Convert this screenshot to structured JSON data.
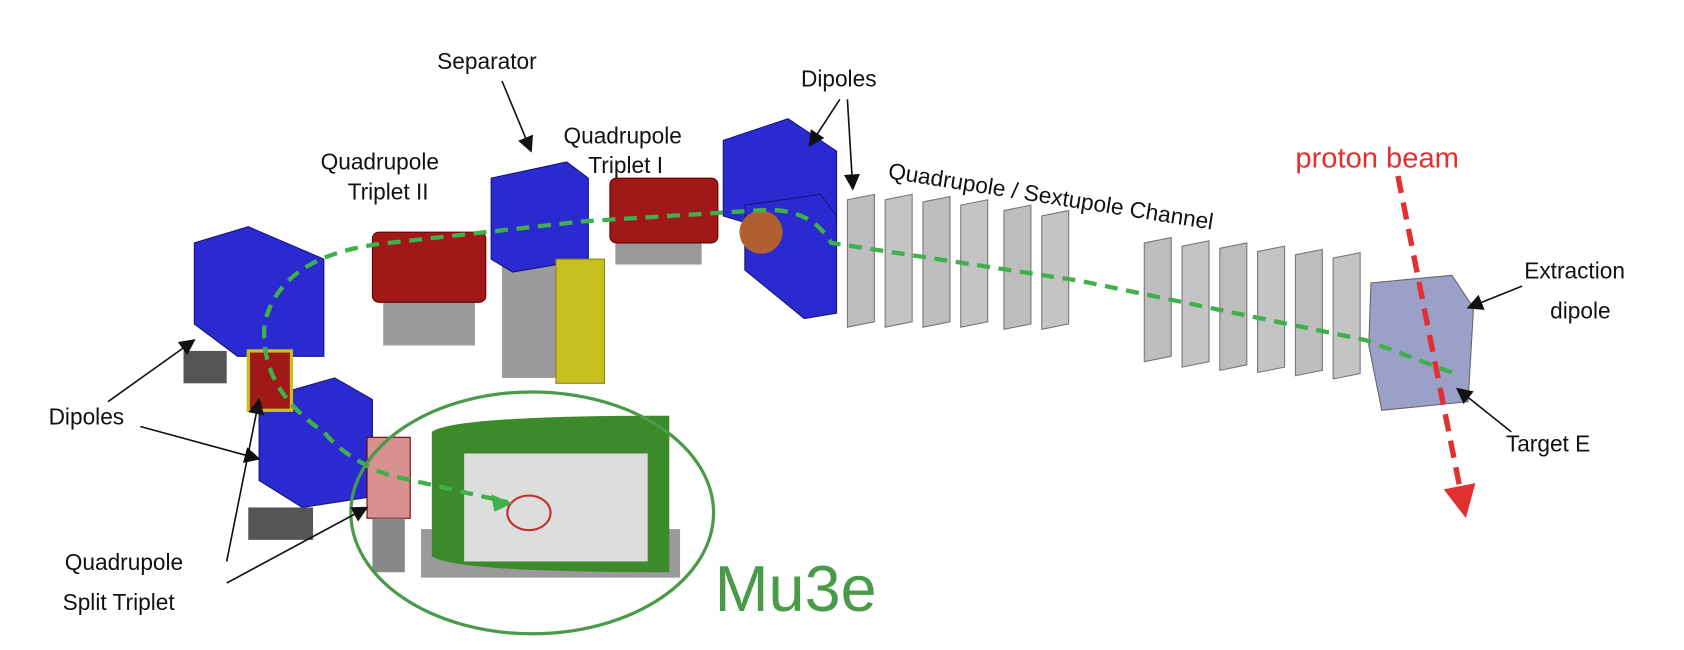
{
  "labels": {
    "separator": "Separator",
    "dipoles_top": "Dipoles",
    "quad_triplet_2": [
      "Quadrupole",
      "Triplet II"
    ],
    "quad_triplet_1": [
      "Quadrupole",
      "Triplet I"
    ],
    "quad_sext_channel": "Quadrupole / Sextupole Channel",
    "proton_beam": "proton beam",
    "extraction_dipole": [
      "Extraction",
      "dipole"
    ],
    "target_e": "Target E",
    "dipoles_left": "Dipoles",
    "quad_split_triplet": [
      "Quadrupole",
      "Split Triplet"
    ],
    "experiment": "Mu3e"
  },
  "colors": {
    "dipole": "#2a2ad0",
    "quadrupole": "#a01818",
    "beam_path": "#3fb04a",
    "proton_beam": "#e03030",
    "solenoid": "#3c8a2a",
    "mu3e": "#4a9a4a",
    "separator_hv": "#c8c020",
    "channel": "#b8b8b8"
  }
}
